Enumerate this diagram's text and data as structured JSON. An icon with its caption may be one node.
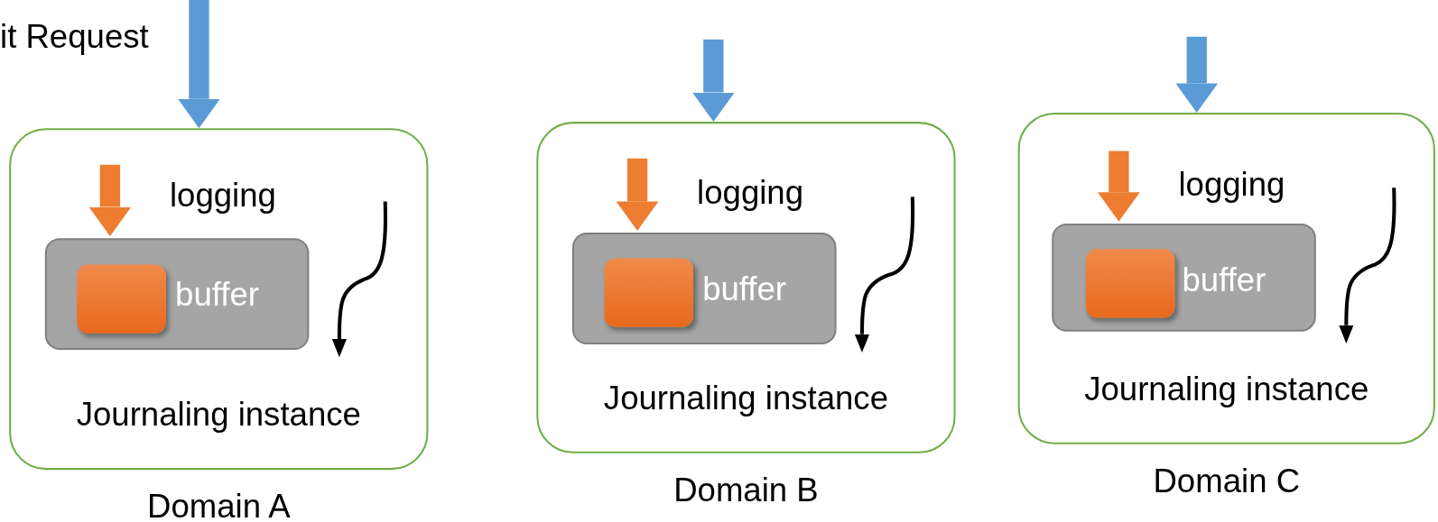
{
  "diagram": {
    "nodes": [
      {
        "text": [
          "Journaling instance"
        ],
        "beside": [
          "Domain A"
        ]
      },
      {
        "text": [
          "buffer"
        ],
        "in": 0
      },
      {
        "text": [],
        "shape": "box",
        "in": 1
      },
      {
        "text": [
          "Journaling instance"
        ],
        "beside": [
          "Domain B"
        ]
      },
      {
        "text": [
          "buffer"
        ],
        "in": 3
      },
      {
        "text": [],
        "shape": "box",
        "in": 4
      },
      {
        "text": [
          "Journaling instance"
        ],
        "beside": [
          "Domain C"
        ]
      },
      {
        "text": [
          "buffer"
        ],
        "in": 6
      },
      {
        "text": [],
        "shape": "box",
        "in": 7
      }
    ],
    "edges": [
      {
        "from": null,
        "to": 0,
        "arrow": "to",
        "label": "it Request",
        "color": "#5b9bd5"
      },
      {
        "from": null,
        "to": 1,
        "arrow": "to",
        "label": "logging",
        "color": "#ed7d31"
      },
      {
        "from": null,
        "to": 3,
        "arrow": "to",
        "color": "#5b9bd5"
      },
      {
        "from": null,
        "to": 4,
        "arrow": "to",
        "label": "logging",
        "color": "#ed7d31"
      },
      {
        "from": null,
        "to": 6,
        "arrow": "to",
        "color": "#5b9bd5"
      },
      {
        "from": null,
        "to": 7,
        "arrow": "to",
        "label": "logging",
        "color": "#ed7d31"
      }
    ]
  }
}
